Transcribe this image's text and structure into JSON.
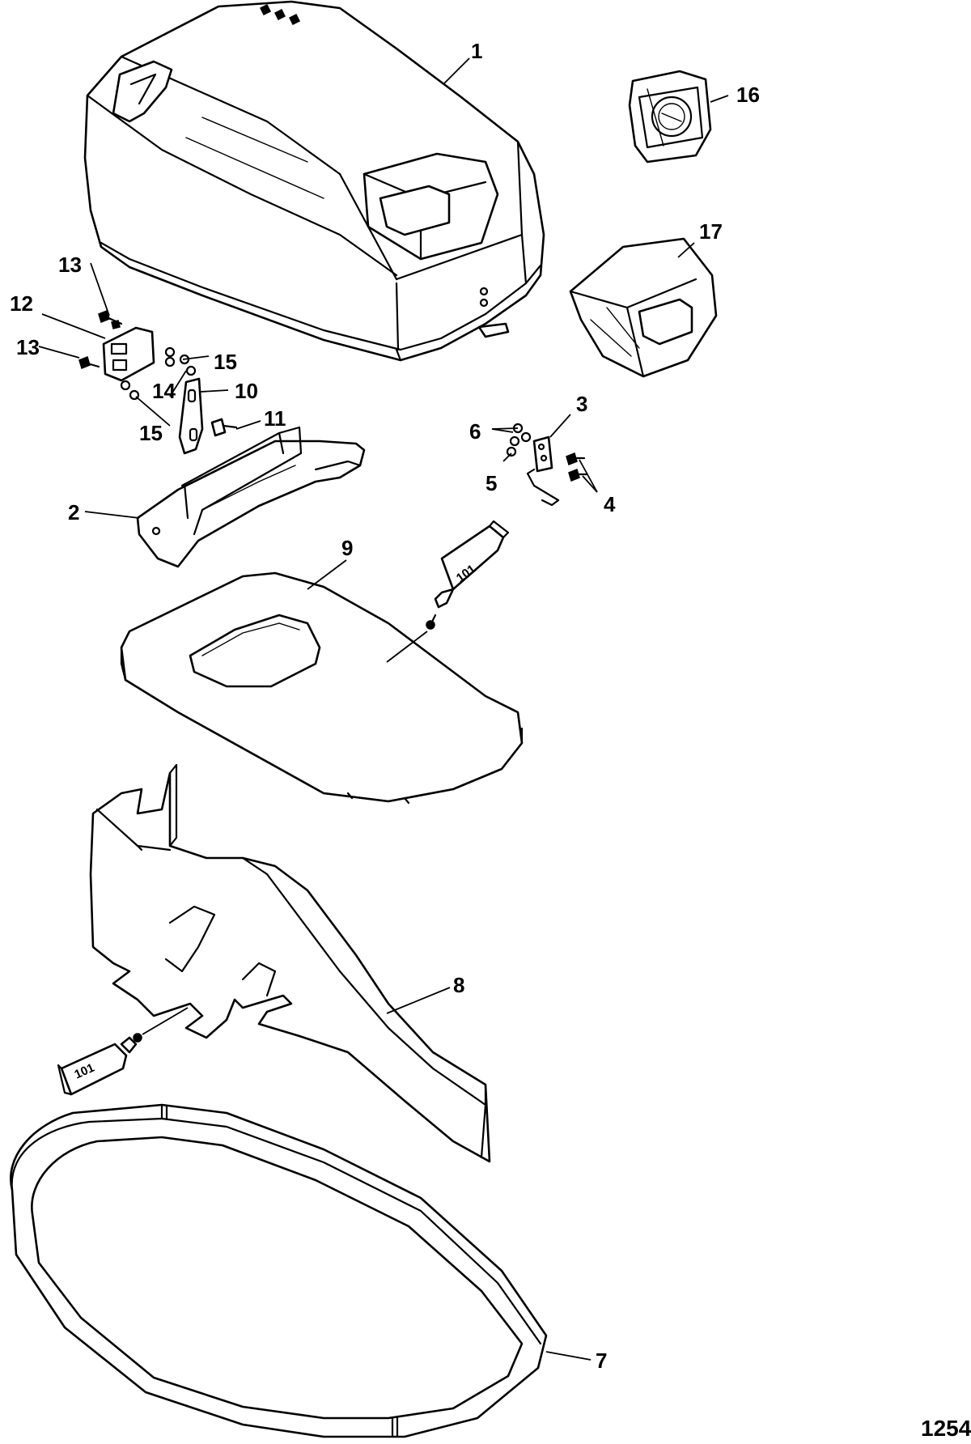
{
  "figure": {
    "number": "1254",
    "sealant_label": "101"
  },
  "callouts": {
    "c1": "1",
    "c2": "2",
    "c3": "3",
    "c4": "4",
    "c5": "5",
    "c6": "6",
    "c7": "7",
    "c8": "8",
    "c9": "9",
    "c10": "10",
    "c11": "11",
    "c12": "12",
    "c13a": "13",
    "c13b": "13",
    "c14": "14",
    "c15a": "15",
    "c15b": "15",
    "c16": "16",
    "c17": "17"
  }
}
